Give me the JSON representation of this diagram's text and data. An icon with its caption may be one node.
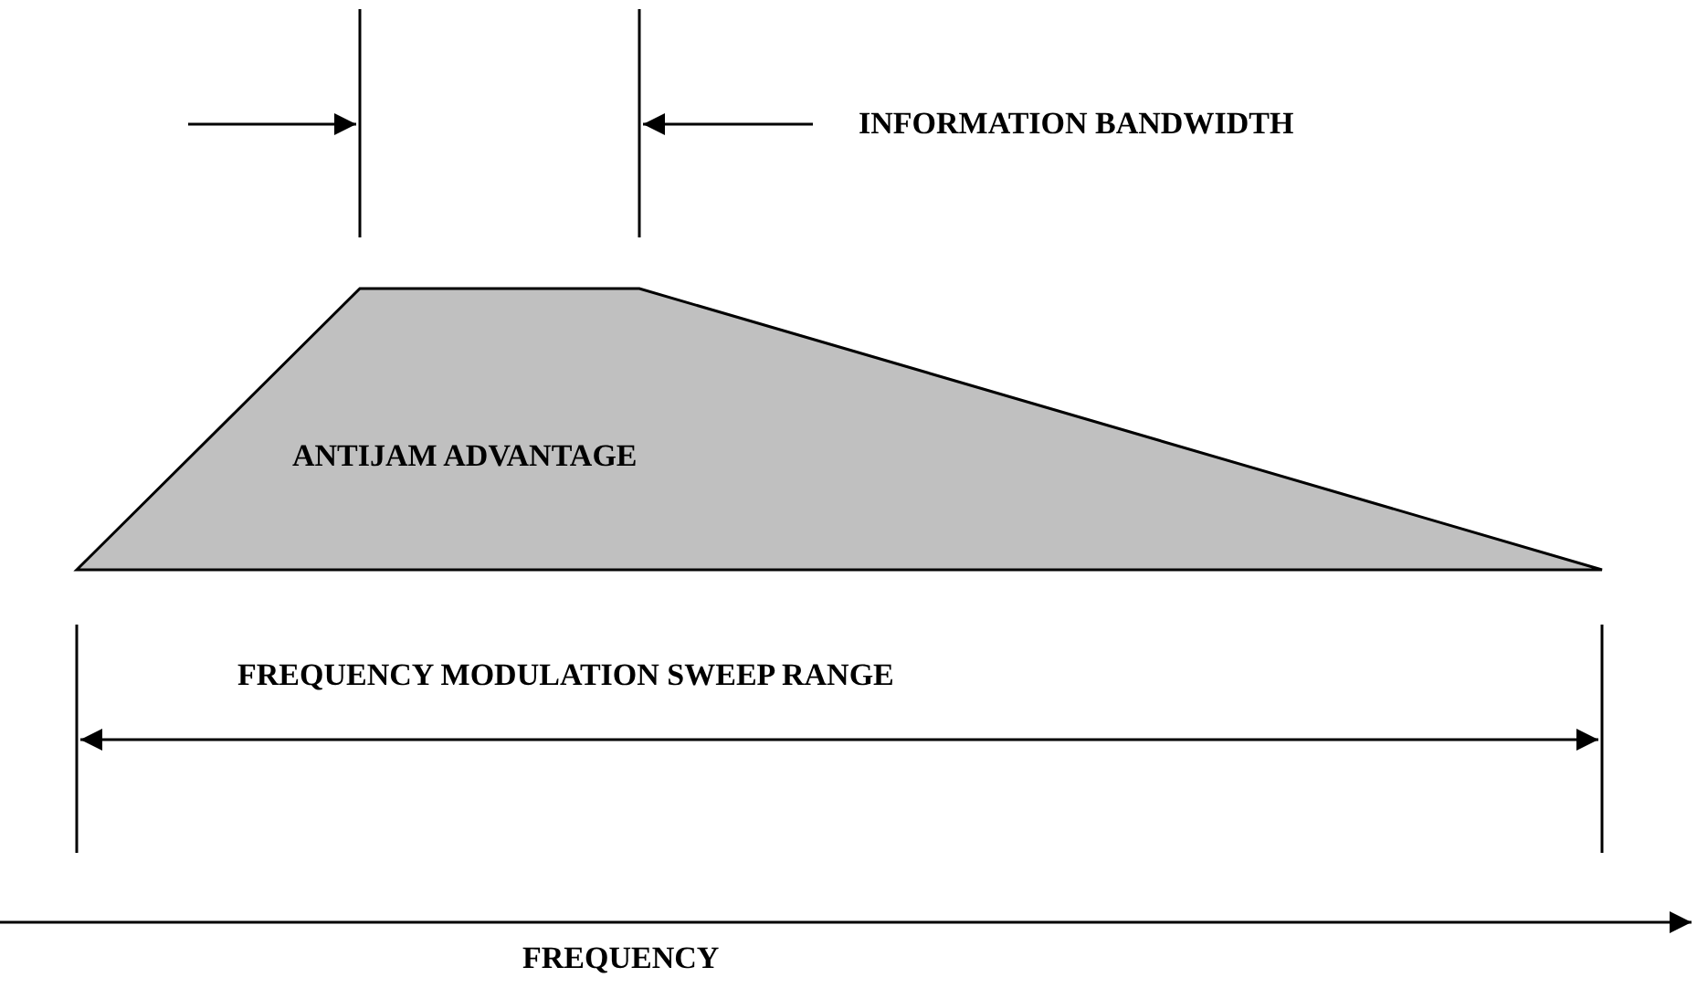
{
  "diagram": {
    "nodes": [
      {
        "text": [
          "ANTIJAM ADVANTAGE"
        ]
      }
    ],
    "labels": [
      "INFORMATION BANDWIDTH",
      "FREQUENCY MODULATION SWEEP RANGE",
      "FREQUENCY"
    ]
  }
}
